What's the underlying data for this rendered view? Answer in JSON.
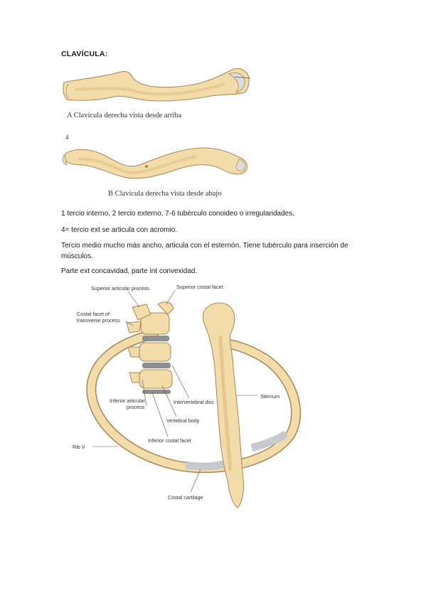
{
  "heading": "CLAVÍCULA:",
  "figure_a": {
    "caption": "A  Clavícula derecha vista desde arriba"
  },
  "figure_b": {
    "marker": "4",
    "caption": "B  Clavícula derecha vista desde abajo"
  },
  "paragraphs": [
    "1 tercio interno, 2 tercio externo, 7-6 tubérculo conoideo o irregularidades,",
    "4= tercio ext se articula con acromio.",
    "Tercio medio mucho más ancho, articula con el esternón. Tiene tubérculo para inserción de músculos.",
    "Parte ext concavidad, parte int convexidad."
  ],
  "rib_figure": {
    "labels": {
      "superior_articular_process": "Superior articular process",
      "superior_costal_facet": "Superior costal facet",
      "costal_facet_line1": "Costal facet of",
      "costal_facet_line2": "transverse process",
      "inferior_articular_line1": "Inferior articular",
      "inferior_articular_line2": "process",
      "intervertebral_disc": "Intervertebral disc",
      "vertebral_body": "Vertebral body",
      "inferior_costal_facet": "Inferior costal facet",
      "sternum": "Sternum",
      "rib_v": "Rib V",
      "costal_cartilage": "Costal cartilage"
    }
  },
  "colors": {
    "bone": "#f2dcaa",
    "bone_shade": "#e3c28a",
    "bone_line": "#a98454",
    "cartilage": "#c8c9cc",
    "disc": "#8e8e8e"
  }
}
